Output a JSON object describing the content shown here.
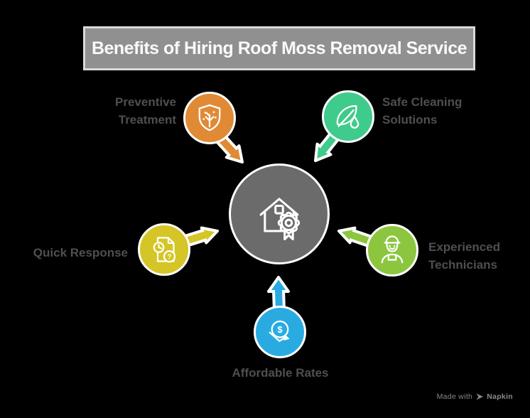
{
  "title": {
    "text": "Benefits of Hiring Roof Moss Removal Service"
  },
  "colors": {
    "background": "#000000",
    "banner_bg": "#909090",
    "banner_border": "#d9d9d9",
    "banner_text": "#fafafa",
    "center_circle": "#6b6b6b",
    "label_text": "#4f4f4f",
    "preventive_treatment": "#e08a35",
    "safe_cleaning_solutions": "#3ecb8c",
    "quick_response": "#d5c526",
    "experienced_technicians": "#8cc63f",
    "affordable_rates": "#29abe2"
  },
  "center": {
    "icon": "house-with-award-badge"
  },
  "nodes": [
    {
      "id": "preventive-treatment",
      "label": "Preventive\nTreatment",
      "icon": "shield-plant-icon",
      "color": "#e08a35",
      "position": "top-left"
    },
    {
      "id": "safe-cleaning-solutions",
      "label": "Safe Cleaning\nSolutions",
      "icon": "leaf-droplet-icon",
      "color": "#3ecb8c",
      "position": "top-right"
    },
    {
      "id": "quick-response",
      "label": "Quick Response",
      "icon": "document-clock-question-icon",
      "color": "#d5c526",
      "position": "left"
    },
    {
      "id": "experienced-technicians",
      "label": "Experienced\nTechnicians",
      "icon": "technician-worker-icon",
      "color": "#8cc63f",
      "position": "right"
    },
    {
      "id": "affordable-rates",
      "label": "Affordable Rates",
      "icon": "dollar-decrease-icon",
      "color": "#29abe2",
      "position": "bottom"
    }
  ],
  "footer": {
    "made_with": "Made with",
    "brand": "Napkin"
  }
}
